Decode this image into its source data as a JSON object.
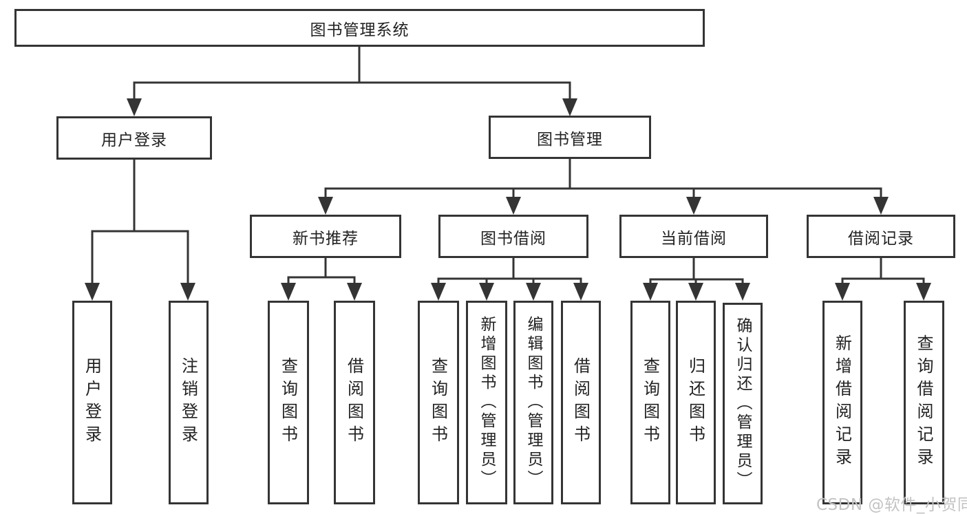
{
  "diagram": {
    "type": "hierarchy-structure-diagram",
    "root": {
      "label": "图书管理系统"
    },
    "level2": {
      "user_login": {
        "label": "用户登录"
      },
      "book_mgmt": {
        "label": "图书管理"
      }
    },
    "level3": {
      "new_book": {
        "label": "新书推荐"
      },
      "book_borrow": {
        "label": "图书借阅"
      },
      "current_borrow": {
        "label": "当前借阅"
      },
      "borrow_record": {
        "label": "借阅记录"
      }
    },
    "leaves": {
      "user": [
        "用户登录",
        "注销登录"
      ],
      "new_book": [
        "查询图书",
        "借阅图书"
      ],
      "book_borrow": [
        "查询图书",
        "新增图书（管理员）",
        "编辑图书（管理员）",
        "借阅图书"
      ],
      "current_borrow": [
        "查询图书",
        "归还图书",
        "确认归还（管理员）"
      ],
      "borrow_record": [
        "新增借阅记录",
        "查询借阅记录"
      ]
    }
  },
  "watermark": {
    "text": "CSDN @软件_小贺同学"
  },
  "colors": {
    "line": "#343434",
    "box_border": "#343434",
    "text": "#222222",
    "background": "#ffffff",
    "watermark": "#c3c3c3"
  }
}
